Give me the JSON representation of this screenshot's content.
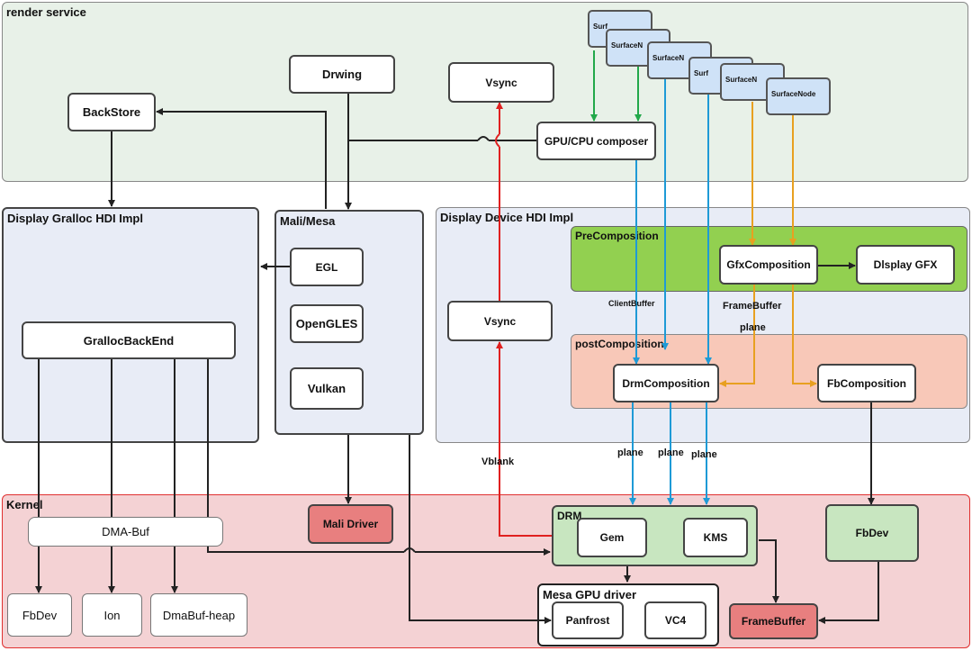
{
  "regions": {
    "render_service": "render service",
    "gralloc": "Display Gralloc HDI Impl",
    "mali_mesa": "Mali/Mesa",
    "display_device": "Display Device HDI Impl",
    "precomposition": "PreComposition",
    "postcomposition": "postComposition",
    "kernel": "Kernel",
    "drm": "DRM",
    "mesa_gpu_driver": "Mesa GPU driver"
  },
  "nodes": {
    "drwing": "Drwing",
    "vsync_top": "Vsync",
    "backstore": "BackStore",
    "gpu_cpu_composer": "GPU/CPU composer",
    "surface_nodes": [
      "Surf",
      "SurfaceN",
      "SurfaceN",
      "Surf",
      "SurfaceN",
      "SurfaceNode"
    ],
    "egl": "EGL",
    "opengles": "OpenGLES",
    "vulkan": "Vulkan",
    "gralloc_backend": "GrallocBackEnd",
    "vsync_mid": "Vsync",
    "gfx_composition": "GfxComposition",
    "display_gfx": "Dlsplay GFX",
    "drm_composition": "DrmComposition",
    "fb_composition": "FbComposition",
    "dma_buf": "DMA-Buf",
    "mali_driver": "Mali Driver",
    "gem": "Gem",
    "kms": "KMS",
    "fbdev_kernel": "FbDev",
    "fbdev_left": "FbDev",
    "ion": "Ion",
    "dmabuf_heap": "DmaBuf-heap",
    "panfrost": "Panfrost",
    "vc4": "VC4",
    "framebuffer": "FrameBuffer"
  },
  "labels": {
    "client_buffer": "ClientBuffer",
    "frame_buffer": "FrameBuffer",
    "plane_mid": "plane",
    "vblank": "Vblank",
    "plane_1": "plane",
    "plane_2": "plane",
    "plane_3": "plane"
  },
  "colors": {
    "render_service_bg": "#e8f1e8",
    "hdi_bg": "#e8ecf6",
    "precomposition_bg": "#92d050",
    "postcomposition_bg": "#f8c8b8",
    "kernel_bg": "#f4d2d4",
    "kernel_border": "#e03030",
    "drm_bg": "#c8e6c0",
    "fbdev_bg": "#c8e6c0",
    "mali_driver_bg": "#e87f7f",
    "framebuffer_bg": "#e87f7f",
    "surface_node_bg": "#cfe2f7",
    "arrow_black": "#222222",
    "arrow_red": "#e02020",
    "arrow_blue": "#1e9ad6",
    "arrow_green": "#22a84a",
    "arrow_orange": "#e8a020"
  }
}
